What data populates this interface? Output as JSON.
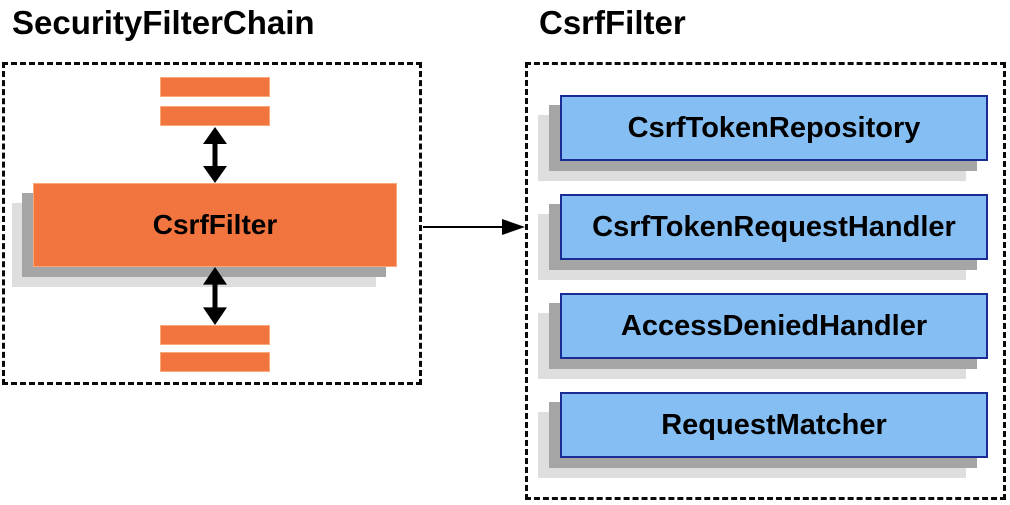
{
  "left_panel": {
    "title": "SecurityFilterChain",
    "filter_box_label": "CsrfFilter",
    "placeholder_bars": {
      "above_count": 2,
      "below_count": 2
    }
  },
  "right_panel": {
    "title": "CsrfFilter",
    "components": [
      "CsrfTokenRepository",
      "CsrfTokenRequestHandler",
      "AccessDeniedHandler",
      "RequestMatcher"
    ]
  },
  "icons": {
    "up_down_arrow": "double-headed-vertical-arrow",
    "flow_arrow": "right-pointing-arrow"
  },
  "colors": {
    "orange_fill": "#f2743f",
    "orange_border": "#f9a87a",
    "blue_fill": "#85bef2",
    "blue_border": "#1a2d94",
    "shadow_dark": "#a5a5a5",
    "shadow_light": "#dedede",
    "text": "#000000",
    "arrow": "#000000"
  }
}
